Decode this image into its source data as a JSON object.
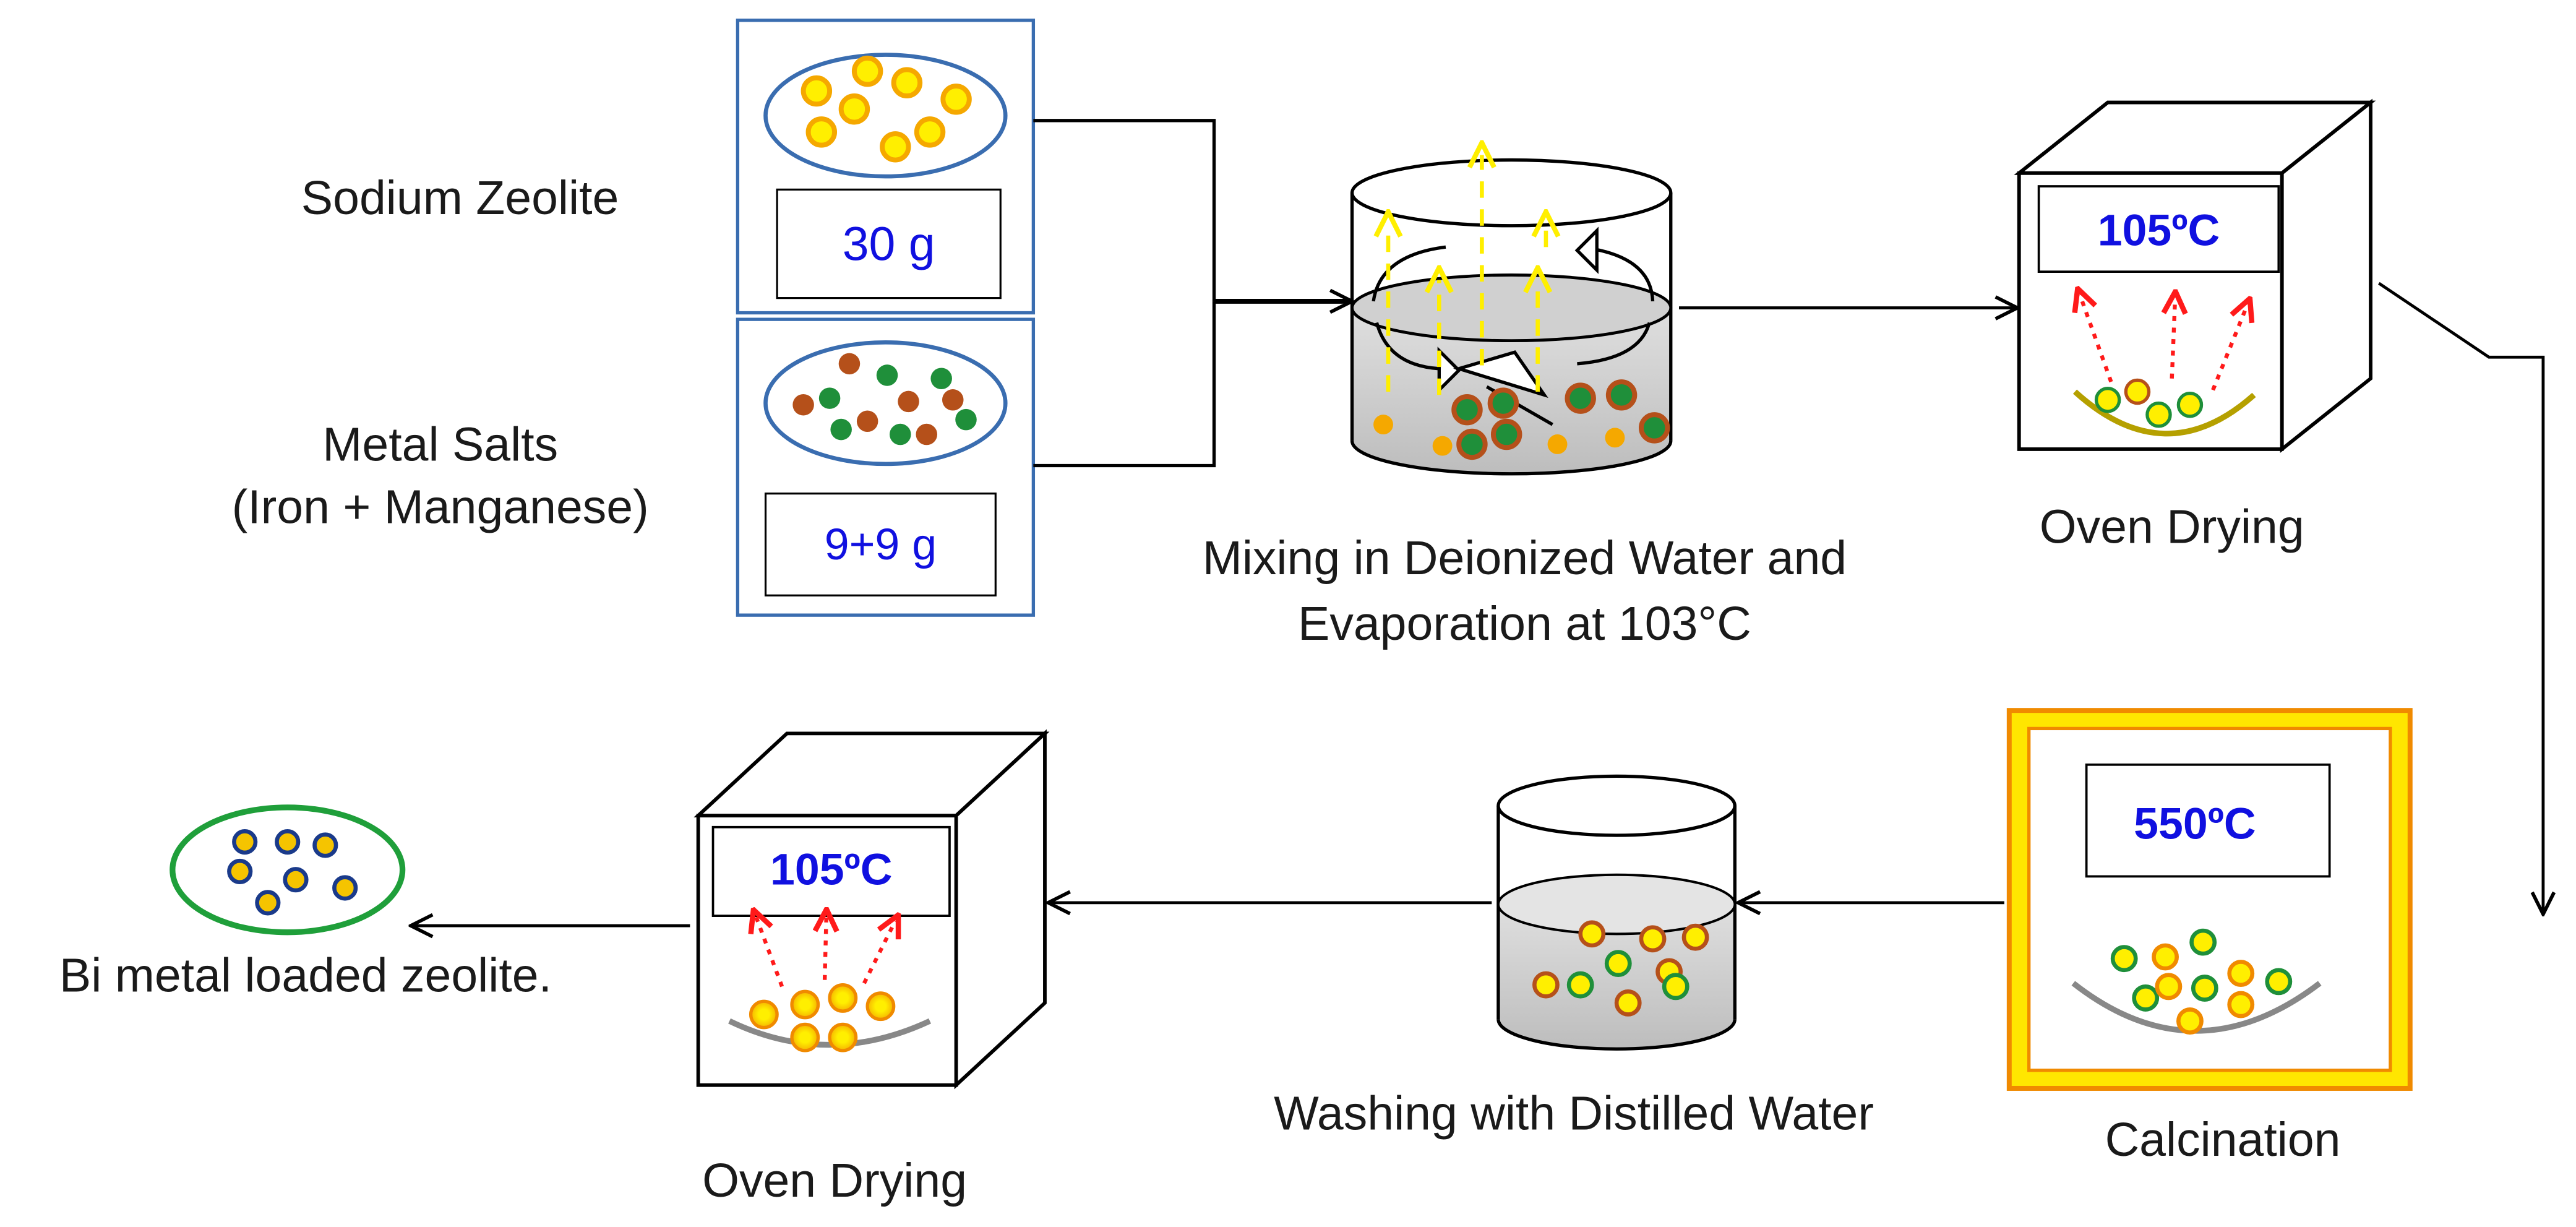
{
  "inputs": {
    "sodium_zeolite": {
      "label": "Sodium Zeolite",
      "mass": "30 g"
    },
    "metal_salts": {
      "label_line1": "Metal Salts",
      "label_line2": "(Iron + Manganese)",
      "mass": "9+9 g"
    }
  },
  "steps": {
    "mixing": {
      "label_line1": "Mixing in Deionized Water and",
      "label_line2": "Evaporation at 103°C"
    },
    "oven_drying_1": {
      "label": "Oven Drying",
      "temperature": "105ºC"
    },
    "calcination": {
      "label": "Calcination",
      "temperature": "550ºC"
    },
    "washing": {
      "label": "Washing with Distilled Water"
    },
    "oven_drying_2": {
      "label": "Oven Drying",
      "temperature": "105ºC"
    }
  },
  "product": {
    "label": "Bi metal loaded zeolite."
  },
  "colors": {
    "yellow": "#ffef00",
    "orange": "#f5a000",
    "brown": "#b5501a",
    "green": "#1f8f3a",
    "panel_border": "#3a6db0",
    "calcination_frame": "#ffe600"
  }
}
